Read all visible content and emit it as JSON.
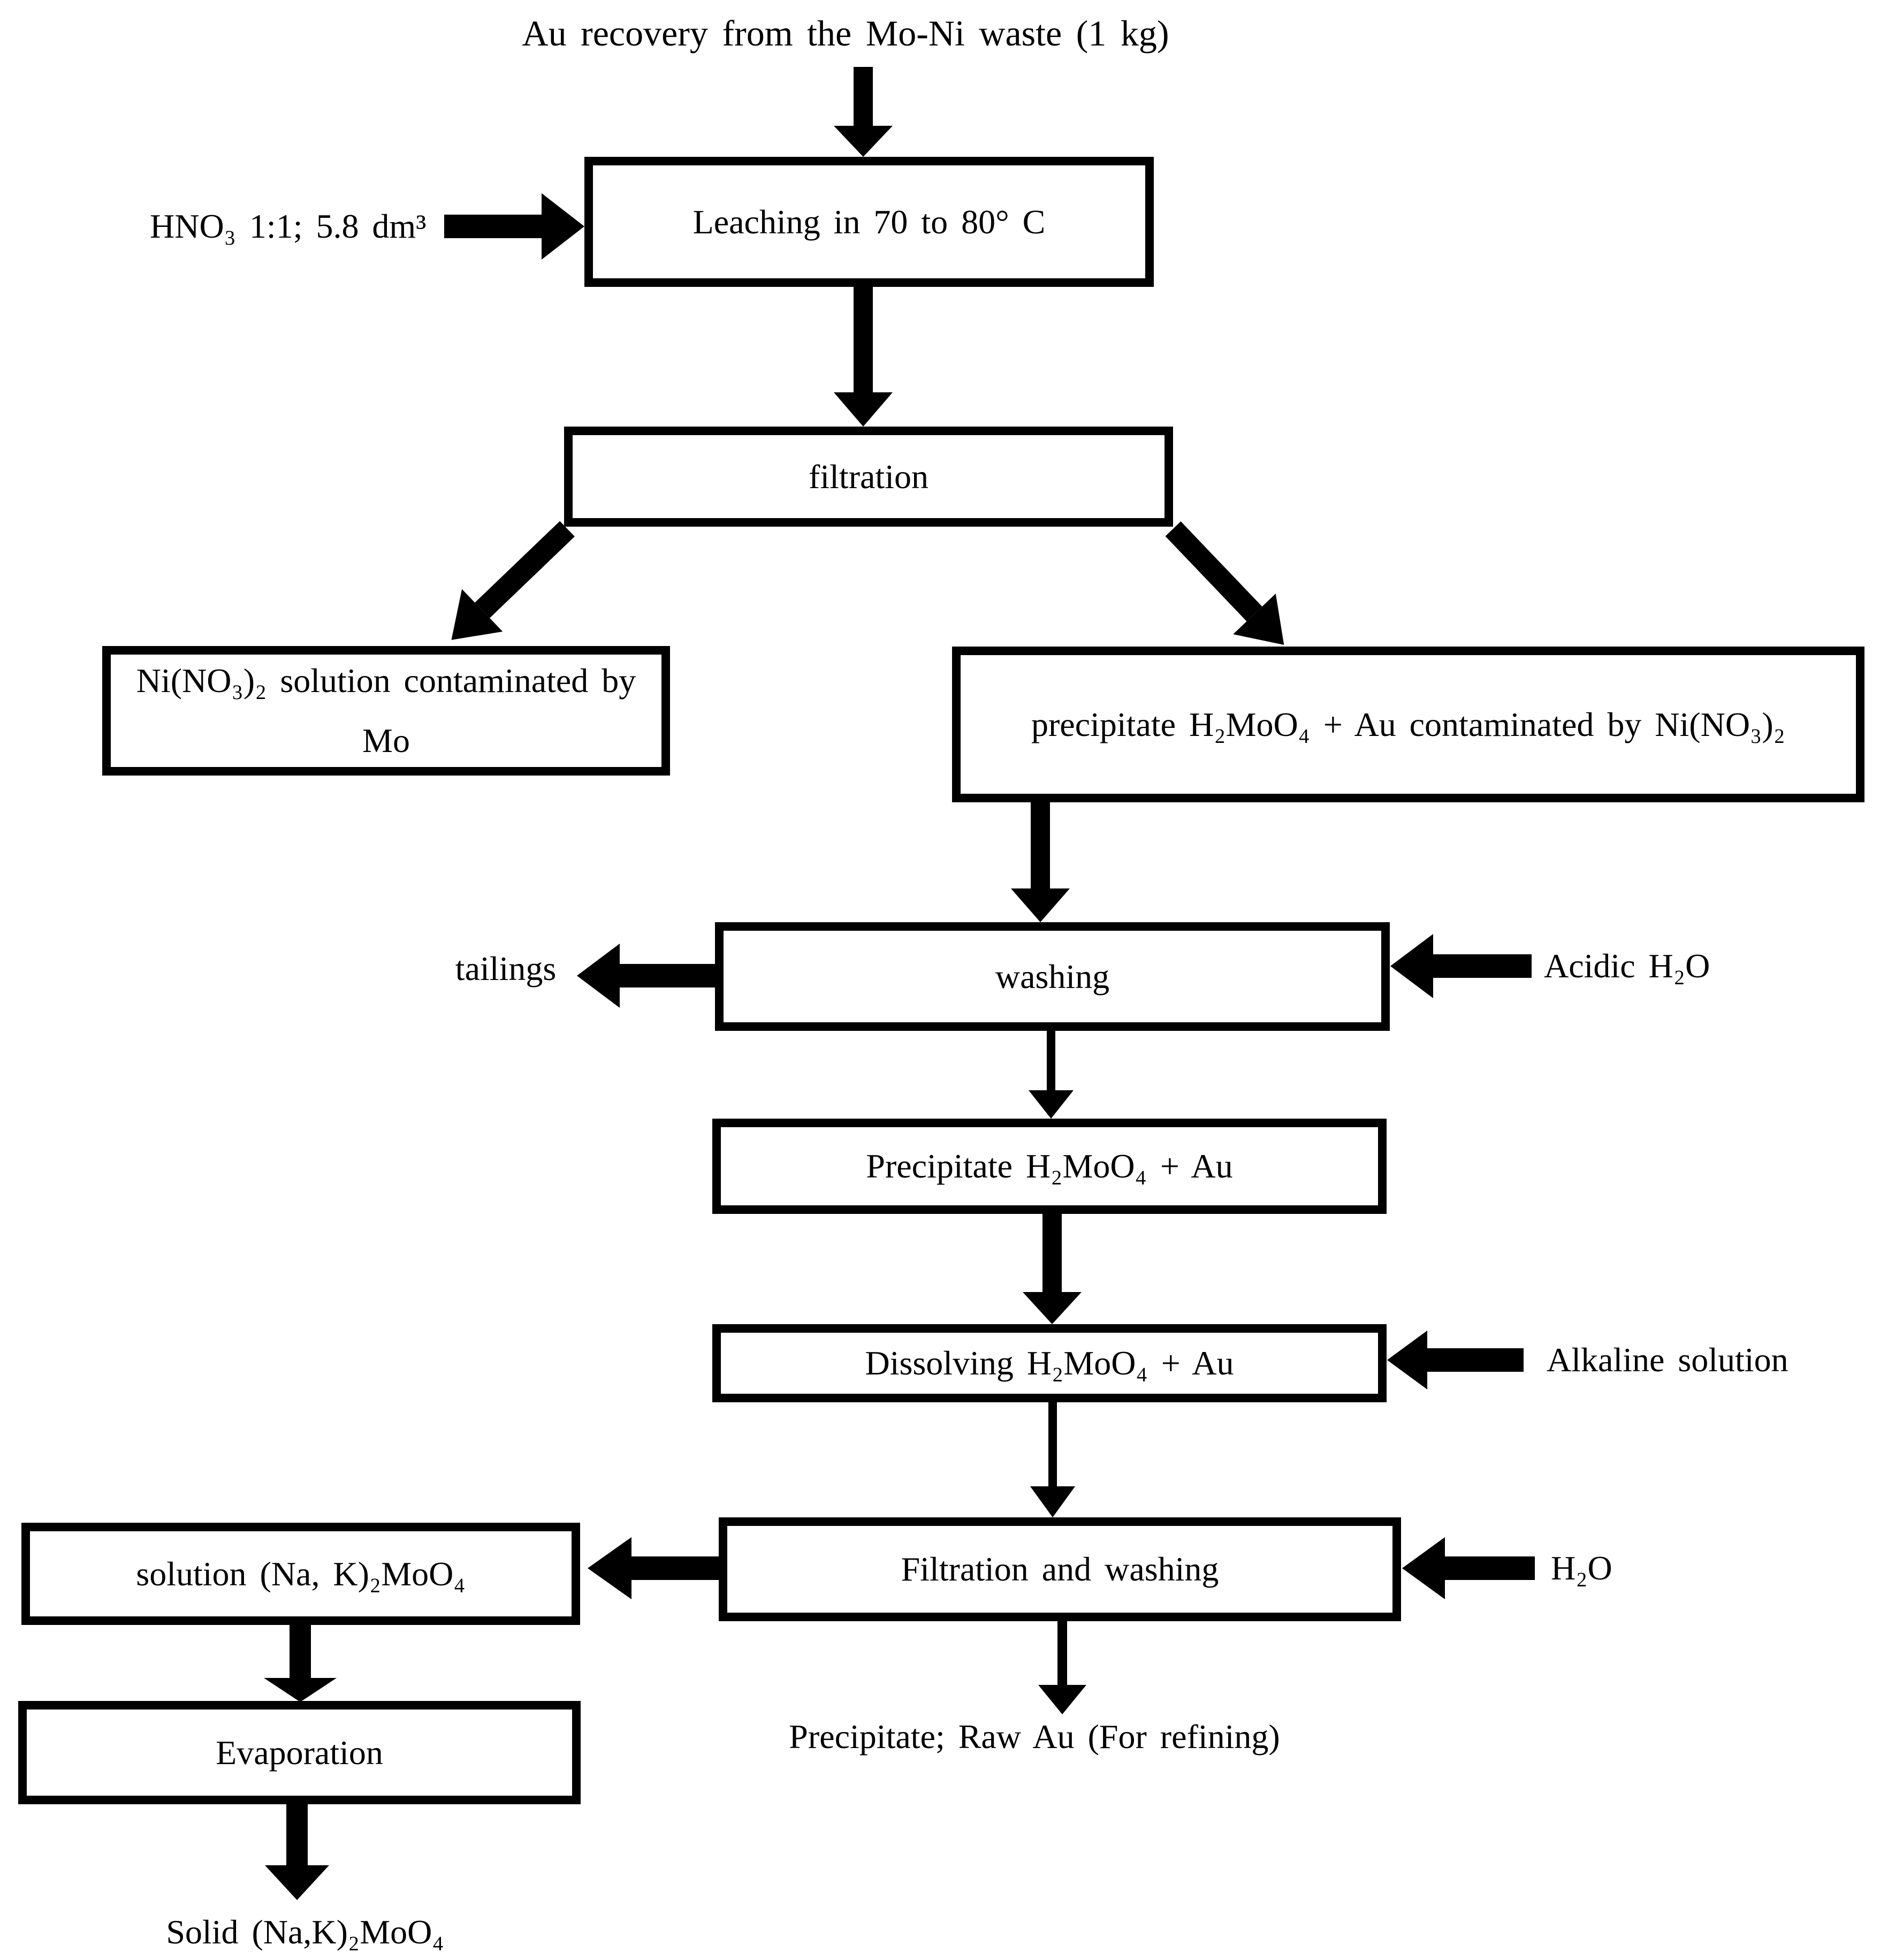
{
  "diagram": {
    "title": "Au recovery from the Mo-Ni waste (1 kg)",
    "nodes": {
      "leaching": "Leaching in 70 to 80° C",
      "filtration": "filtration",
      "ni_solution": "Ni(NO₃)₂ solution contaminated by Mo",
      "precipitate_contaminated": "precipitate H₂MoO₄ + Au contaminated by Ni(NO₃)₂",
      "washing": "washing",
      "precipitate": "Precipitate H₂MoO₄ + Au",
      "dissolving": "Dissolving H₂MoO₄ + Au",
      "filtration_washing": "Filtration and washing",
      "solution": "solution (Na, K)₂MoO₄",
      "evaporation": "Evaporation"
    },
    "labels": {
      "hno3_input": "HNO₃ 1:1; 5.8 dm³",
      "tailings": "tailings",
      "acidic_water": "Acidic H₂O",
      "alkaline_solution": "Alkaline solution",
      "water": "H₂O",
      "precipitate_raw": "Precipitate; Raw Au (For refining)",
      "solid_product": "Solid (Na,K)₂MoO₄"
    },
    "colors": {
      "ink": "#000000",
      "background": "#ffffff"
    }
  }
}
